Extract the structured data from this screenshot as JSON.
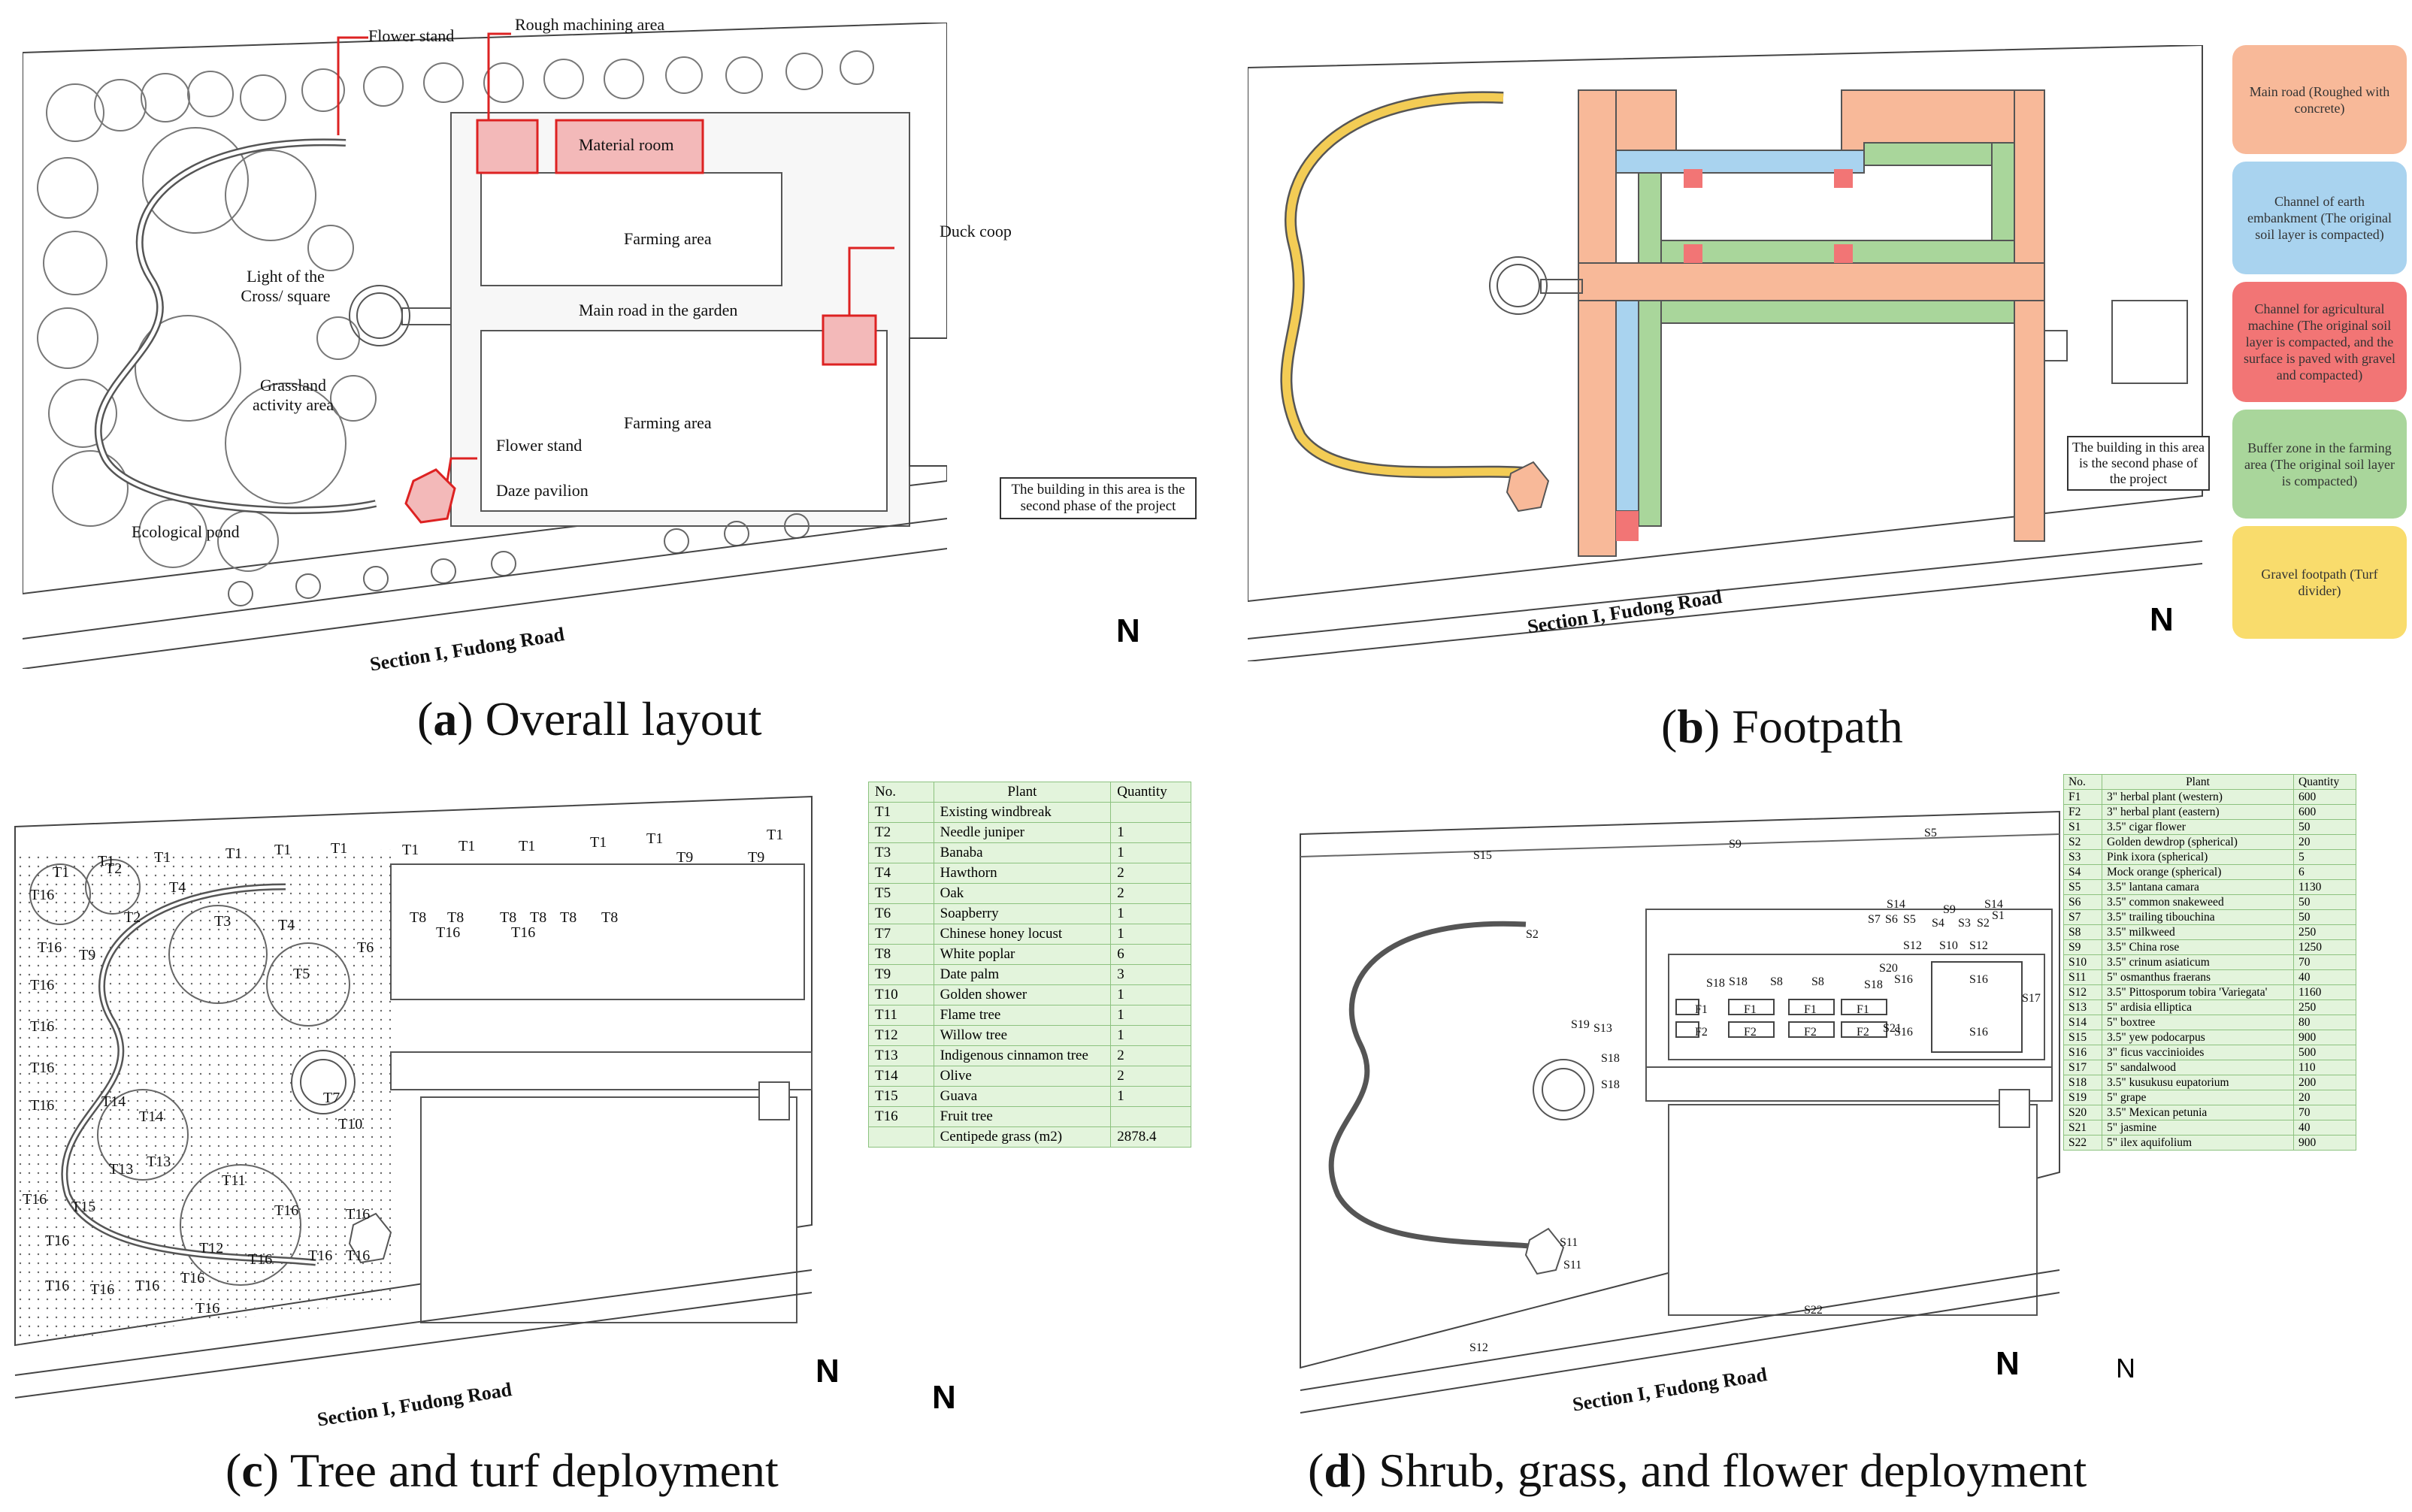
{
  "panel_a": {
    "caption_letter": "a",
    "caption_text": " Overall layout",
    "labels": {
      "flower_stand_top": "Flower stand",
      "rough_machining": "Rough machining area",
      "material_room": "Material room",
      "farming_area_top": "Farming area",
      "duck_coop": "Duck coop",
      "light_cross": "Light of the Cross/ square",
      "main_road": "Main road in the garden",
      "grassland": "Grassland activity area",
      "farming_area_bottom": "Farming area",
      "flower_stand_bottom": "Flower stand",
      "daze_pavilion": "Daze pavilion",
      "ecological_pond": "Ecological pond",
      "second_phase": "The building in this area is the second phase of the project"
    },
    "road": "Section I, Fudong Road",
    "north": "N"
  },
  "panel_b": {
    "caption_letter": "b",
    "caption_text": " Footpath",
    "second_phase": "The building in this area is the second phase of the project",
    "road": "Section I, Fudong Road",
    "north": "N",
    "legend": [
      {
        "text": "Main road (Roughed with concrete)",
        "color": "#f8b999"
      },
      {
        "text": "Channel of earth embankment (The original soil layer is compacted)",
        "color": "#a9d3ef"
      },
      {
        "text": "Channel for agricultural machine (The original soil layer is compacted, and the surface is paved with gravel and compacted)",
        "color": "#f27575"
      },
      {
        "text": "Buffer zone in the farming area (The original soil layer is compacted)",
        "color": "#a9d69b"
      },
      {
        "text": "Gravel footpath (Turf divider)",
        "color": "#f9dc6c"
      }
    ]
  },
  "panel_c": {
    "caption_letter": "c",
    "caption_text": " Tree and turf deployment",
    "road": "Section I, Fudong Road",
    "north": "N",
    "north2": "N",
    "table_headers": [
      "No.",
      "Plant",
      "Quantity"
    ],
    "table_rows": [
      [
        "T1",
        "Existing windbreak",
        ""
      ],
      [
        "T2",
        "Needle juniper",
        "1"
      ],
      [
        "T3",
        "Banaba",
        "1"
      ],
      [
        "T4",
        "Hawthorn",
        "2"
      ],
      [
        "T5",
        "Oak",
        "2"
      ],
      [
        "T6",
        "Soapberry",
        "1"
      ],
      [
        "T7",
        "Chinese honey locust",
        "1"
      ],
      [
        "T8",
        "White poplar",
        "6"
      ],
      [
        "T9",
        "Date palm",
        "3"
      ],
      [
        "T10",
        "Golden shower",
        "1"
      ],
      [
        "T11",
        "Flame tree",
        "1"
      ],
      [
        "T12",
        "Willow tree",
        "1"
      ],
      [
        "T13",
        "Indigenous cinnamon tree",
        "2"
      ],
      [
        "T14",
        "Olive",
        "2"
      ],
      [
        "T15",
        "Guava",
        "1"
      ],
      [
        "T16",
        "Fruit tree",
        ""
      ],
      [
        "",
        "Centipede grass (m2)",
        "2878.4"
      ]
    ],
    "tree_labels": [
      "T1",
      "T1",
      "T1",
      "T1",
      "T1",
      "T1",
      "T1",
      "T1",
      "T1",
      "T1",
      "T1",
      "T1",
      "T2",
      "T2",
      "T3",
      "T4",
      "T4",
      "T5",
      "T6",
      "T7",
      "T8",
      "T8",
      "T8",
      "T8",
      "T8",
      "T8",
      "T9",
      "T9",
      "T9",
      "T10",
      "T11",
      "T12",
      "T13",
      "T13",
      "T14",
      "T14",
      "T15",
      "T16",
      "T16",
      "T16",
      "T16",
      "T16",
      "T16",
      "T16",
      "T16",
      "T16",
      "T16",
      "T16",
      "T16",
      "T16",
      "T16",
      "T16",
      "T16",
      "T16",
      "T16",
      "T16",
      "T16"
    ]
  },
  "panel_d": {
    "caption_letter": "d",
    "caption_text": " Shrub, grass, and flower deployment",
    "road": "Section I, Fudong Road",
    "north": "N",
    "north2": "N",
    "table_headers": [
      "No.",
      "Plant",
      "Quantity"
    ],
    "table_rows": [
      [
        "F1",
        "3\" herbal plant (western)",
        "600"
      ],
      [
        "F2",
        "3\" herbal plant (eastern)",
        "600"
      ],
      [
        "S1",
        "3.5\" cigar flower",
        "50"
      ],
      [
        "S2",
        "Golden dewdrop (spherical)",
        "20"
      ],
      [
        "S3",
        "Pink ixora (spherical)",
        "5"
      ],
      [
        "S4",
        "Mock orange (spherical)",
        "6"
      ],
      [
        "S5",
        "3.5\" lantana camara",
        "1130"
      ],
      [
        "S6",
        "3.5\" common snakeweed",
        "50"
      ],
      [
        "S7",
        "3.5\" trailing tibouchina",
        "50"
      ],
      [
        "S8",
        "3.5\" milkweed",
        "250"
      ],
      [
        "S9",
        "3.5\" China rose",
        "1250"
      ],
      [
        "S10",
        "3.5\" crinum asiaticum",
        "70"
      ],
      [
        "S11",
        "5\" osmanthus fraerans",
        "40"
      ],
      [
        "S12",
        "3.5\" Pittosporum tobira 'Variegata'",
        "1160"
      ],
      [
        "S13",
        "5\" ardisia elliptica",
        "250"
      ],
      [
        "S14",
        "5\" boxtree",
        "80"
      ],
      [
        "S15",
        "3.5\" yew podocarpus",
        "900"
      ],
      [
        "S16",
        "3\" ficus vaccinioides",
        "500"
      ],
      [
        "S17",
        "5\" sandalwood",
        "110"
      ],
      [
        "S18",
        "3.5\" kusukusu eupatorium",
        "200"
      ],
      [
        "S19",
        "5\" grape",
        "20"
      ],
      [
        "S20",
        "3.5\" Mexican petunia",
        "70"
      ],
      [
        "S21",
        "5\" jasmine",
        "40"
      ],
      [
        "S22",
        "5\" ilex aquifolium",
        "900"
      ]
    ],
    "plant_labels": [
      "S15",
      "S9",
      "S5",
      "S2",
      "S14",
      "S9",
      "S14",
      "S7",
      "S6",
      "S5",
      "S4",
      "S3",
      "S2",
      "S1",
      "S12",
      "S10",
      "S12",
      "S20",
      "S16",
      "S16",
      "S18",
      "S18",
      "S8",
      "S8",
      "S18",
      "S17",
      "S19",
      "S13",
      "F1",
      "F1",
      "F1",
      "F1",
      "F2",
      "F2",
      "F2",
      "F2",
      "S21",
      "S16",
      "S16",
      "S18",
      "S18",
      "S11",
      "S11",
      "S22",
      "S12"
    ]
  }
}
